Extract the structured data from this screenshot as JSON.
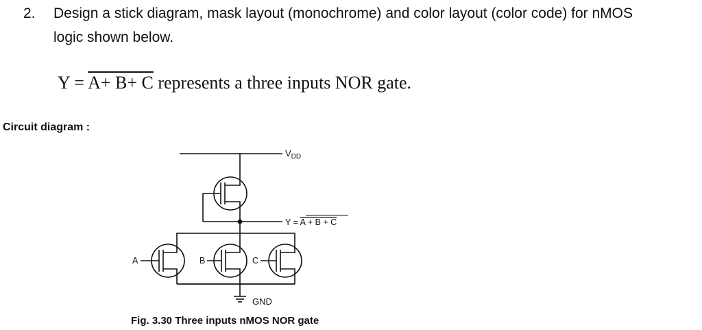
{
  "question": {
    "number": "2.",
    "line1": "Design a stick diagram, mask layout (monochrome) and color layout (color code) for nMOS",
    "line2": "logic shown below."
  },
  "equation": {
    "lhs": "Y =",
    "overlined_expression": "A+ B+ C",
    "rest": "represents a three inputs NOR gate."
  },
  "section_label": "Circuit diagram :",
  "circuit": {
    "supply_label": "V",
    "supply_subscript": "DD",
    "output_prefix": "Y = ",
    "output_expression": "A + B + C",
    "input_a": "A",
    "input_b": "B",
    "input_c": "C",
    "ground_label": "GND"
  },
  "caption": "Fig. 3.30 Three inputs nMOS NOR gate",
  "colors": {
    "ink": "#111111",
    "background": "#ffffff"
  }
}
